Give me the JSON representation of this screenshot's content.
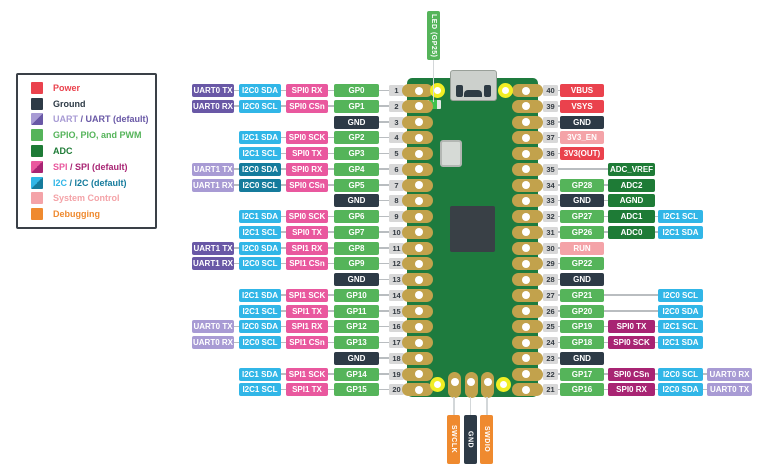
{
  "title": "Raspberry Pi Pico pinout diagram",
  "colors": {
    "power": "#ea424d",
    "ground": "#2d3a46",
    "uart": "#a89bd4",
    "uart_default": "#6958a6",
    "gpio": "#55b45a",
    "adc": "#1e7b36",
    "spi": "#e9589e",
    "spi_default": "#a82473",
    "i2c": "#31b6e7",
    "i2c_default": "#157b9c",
    "system": "#f4a3a8",
    "debug": "#ef8a2f",
    "board": "#1e7b3e",
    "pad_gold": "#c2a24c",
    "hole_yellow": "#f1ee24",
    "badge_bg": "#d8d8d8",
    "badge_text": "#343b42",
    "wire": "#b9bdc0",
    "chip": "#394046",
    "usb": "#ccd0cc"
  },
  "legend": {
    "items": [
      {
        "swatch": [
          "power"
        ],
        "parts": [
          {
            "text": "Power",
            "type": "power"
          }
        ]
      },
      {
        "swatch": [
          "ground"
        ],
        "parts": [
          {
            "text": "Ground",
            "type": "ground"
          }
        ]
      },
      {
        "swatch": [
          "uart",
          "uart_default"
        ],
        "parts": [
          {
            "text": "UART",
            "type": "uart"
          },
          {
            "text": " / ",
            "type": "uart_default"
          },
          {
            "text": "UART (default)",
            "type": "uart_default"
          }
        ]
      },
      {
        "swatch": [
          "gpio"
        ],
        "parts": [
          {
            "text": "GPIO, PIO, and PWM",
            "type": "gpio"
          }
        ]
      },
      {
        "swatch": [
          "adc"
        ],
        "parts": [
          {
            "text": "ADC",
            "type": "adc"
          }
        ]
      },
      {
        "swatch": [
          "spi",
          "spi_default"
        ],
        "parts": [
          {
            "text": "SPI",
            "type": "spi"
          },
          {
            "text": " / ",
            "type": "spi_default"
          },
          {
            "text": "SPI (default)",
            "type": "spi_default"
          }
        ]
      },
      {
        "swatch": [
          "i2c",
          "i2c_default"
        ],
        "parts": [
          {
            "text": "I2C",
            "type": "i2c"
          },
          {
            "text": " / ",
            "type": "i2c_default"
          },
          {
            "text": "I2C (default)",
            "type": "i2c_default"
          }
        ]
      },
      {
        "swatch": [
          "system"
        ],
        "parts": [
          {
            "text": "System Control",
            "type": "system"
          }
        ]
      },
      {
        "swatch": [
          "debug"
        ],
        "parts": [
          {
            "text": "Debugging",
            "type": "debug"
          }
        ]
      }
    ]
  },
  "board": {
    "led_label": {
      "text": "LED (GP25)",
      "type": "gpio"
    },
    "debug_labels": [
      {
        "text": "SWCLK",
        "type": "debug"
      },
      {
        "text": "GND",
        "type": "ground"
      },
      {
        "text": "SWDIO",
        "type": "debug"
      }
    ]
  },
  "left_pins": [
    {
      "num": "1",
      "labels": [
        {
          "text": "GP0",
          "type": "gpio",
          "col": 0
        },
        {
          "text": "SPI0 RX",
          "type": "spi",
          "col": 1
        },
        {
          "text": "I2C0 SDA",
          "type": "i2c",
          "col": 2
        },
        {
          "text": "UART0 TX",
          "type": "uart_default",
          "col": 3
        }
      ]
    },
    {
      "num": "2",
      "labels": [
        {
          "text": "GP1",
          "type": "gpio",
          "col": 0
        },
        {
          "text": "SPI0 CSn",
          "type": "spi",
          "col": 1
        },
        {
          "text": "I2C0 SCL",
          "type": "i2c",
          "col": 2
        },
        {
          "text": "UART0 RX",
          "type": "uart_default",
          "col": 3
        }
      ]
    },
    {
      "num": "3",
      "labels": [
        {
          "text": "GND",
          "type": "ground",
          "col": 0
        }
      ]
    },
    {
      "num": "4",
      "labels": [
        {
          "text": "GP2",
          "type": "gpio",
          "col": 0
        },
        {
          "text": "SPI0 SCK",
          "type": "spi",
          "col": 1
        },
        {
          "text": "I2C1 SDA",
          "type": "i2c",
          "col": 2
        }
      ]
    },
    {
      "num": "5",
      "labels": [
        {
          "text": "GP3",
          "type": "gpio",
          "col": 0
        },
        {
          "text": "SPI0 TX",
          "type": "spi",
          "col": 1
        },
        {
          "text": "I2C1 SCL",
          "type": "i2c",
          "col": 2
        }
      ]
    },
    {
      "num": "6",
      "labels": [
        {
          "text": "GP4",
          "type": "gpio",
          "col": 0
        },
        {
          "text": "SPI0 RX",
          "type": "spi",
          "col": 1
        },
        {
          "text": "I2C0 SDA",
          "type": "i2c_default",
          "col": 2
        },
        {
          "text": "UART1 TX",
          "type": "uart",
          "col": 3
        }
      ]
    },
    {
      "num": "7",
      "labels": [
        {
          "text": "GP5",
          "type": "gpio",
          "col": 0
        },
        {
          "text": "SPI0 CSn",
          "type": "spi",
          "col": 1
        },
        {
          "text": "I2C0 SCL",
          "type": "i2c_default",
          "col": 2
        },
        {
          "text": "UART1 RX",
          "type": "uart",
          "col": 3
        }
      ]
    },
    {
      "num": "8",
      "labels": [
        {
          "text": "GND",
          "type": "ground",
          "col": 0
        }
      ]
    },
    {
      "num": "9",
      "labels": [
        {
          "text": "GP6",
          "type": "gpio",
          "col": 0
        },
        {
          "text": "SPI0 SCK",
          "type": "spi",
          "col": 1
        },
        {
          "text": "I2C1 SDA",
          "type": "i2c",
          "col": 2
        }
      ]
    },
    {
      "num": "10",
      "labels": [
        {
          "text": "GP7",
          "type": "gpio",
          "col": 0
        },
        {
          "text": "SPI0 TX",
          "type": "spi",
          "col": 1
        },
        {
          "text": "I2C1 SCL",
          "type": "i2c",
          "col": 2
        }
      ]
    },
    {
      "num": "11",
      "labels": [
        {
          "text": "GP8",
          "type": "gpio",
          "col": 0
        },
        {
          "text": "SPI1 RX",
          "type": "spi",
          "col": 1
        },
        {
          "text": "I2C0 SDA",
          "type": "i2c",
          "col": 2
        },
        {
          "text": "UART1 TX",
          "type": "uart_default",
          "col": 3
        }
      ]
    },
    {
      "num": "12",
      "labels": [
        {
          "text": "GP9",
          "type": "gpio",
          "col": 0
        },
        {
          "text": "SPI1 CSn",
          "type": "spi",
          "col": 1
        },
        {
          "text": "I2C0 SCL",
          "type": "i2c",
          "col": 2
        },
        {
          "text": "UART1 RX",
          "type": "uart_default",
          "col": 3
        }
      ]
    },
    {
      "num": "13",
      "labels": [
        {
          "text": "GND",
          "type": "ground",
          "col": 0
        }
      ]
    },
    {
      "num": "14",
      "labels": [
        {
          "text": "GP10",
          "type": "gpio",
          "col": 0
        },
        {
          "text": "SPI1 SCK",
          "type": "spi",
          "col": 1
        },
        {
          "text": "I2C1 SDA",
          "type": "i2c",
          "col": 2
        }
      ]
    },
    {
      "num": "15",
      "labels": [
        {
          "text": "GP11",
          "type": "gpio",
          "col": 0
        },
        {
          "text": "SPI1 TX",
          "type": "spi",
          "col": 1
        },
        {
          "text": "I2C1 SCL",
          "type": "i2c",
          "col": 2
        }
      ]
    },
    {
      "num": "16",
      "labels": [
        {
          "text": "GP12",
          "type": "gpio",
          "col": 0
        },
        {
          "text": "SPI1 RX",
          "type": "spi",
          "col": 1
        },
        {
          "text": "I2C0 SDA",
          "type": "i2c",
          "col": 2
        },
        {
          "text": "UART0 TX",
          "type": "uart",
          "col": 3
        }
      ]
    },
    {
      "num": "17",
      "labels": [
        {
          "text": "GP13",
          "type": "gpio",
          "col": 0
        },
        {
          "text": "SPI1 CSn",
          "type": "spi",
          "col": 1
        },
        {
          "text": "I2C0 SCL",
          "type": "i2c",
          "col": 2
        },
        {
          "text": "UART0 RX",
          "type": "uart",
          "col": 3
        }
      ]
    },
    {
      "num": "18",
      "labels": [
        {
          "text": "GND",
          "type": "ground",
          "col": 0
        }
      ]
    },
    {
      "num": "19",
      "labels": [
        {
          "text": "GP14",
          "type": "gpio",
          "col": 0
        },
        {
          "text": "SPI1 SCK",
          "type": "spi",
          "col": 1
        },
        {
          "text": "I2C1 SDA",
          "type": "i2c",
          "col": 2
        }
      ]
    },
    {
      "num": "20",
      "labels": [
        {
          "text": "GP15",
          "type": "gpio",
          "col": 0
        },
        {
          "text": "SPI1 TX",
          "type": "spi",
          "col": 1
        },
        {
          "text": "I2C1 SCL",
          "type": "i2c",
          "col": 2
        }
      ]
    }
  ],
  "right_pins": [
    {
      "num": "40",
      "labels": [
        {
          "text": "VBUS",
          "type": "power",
          "col": 0
        }
      ]
    },
    {
      "num": "39",
      "labels": [
        {
          "text": "VSYS",
          "type": "power",
          "col": 0
        }
      ]
    },
    {
      "num": "38",
      "labels": [
        {
          "text": "GND",
          "type": "ground",
          "col": 0
        }
      ]
    },
    {
      "num": "37",
      "labels": [
        {
          "text": "3V3_EN",
          "type": "system",
          "col": 0
        }
      ]
    },
    {
      "num": "36",
      "labels": [
        {
          "text": "3V3(OUT)",
          "type": "power",
          "col": 0
        }
      ]
    },
    {
      "num": "35",
      "labels": [
        {
          "text": "ADC_VREF",
          "type": "adc",
          "col": 1
        }
      ]
    },
    {
      "num": "34",
      "labels": [
        {
          "text": "GP28",
          "type": "gpio",
          "col": 0
        },
        {
          "text": "ADC2",
          "type": "adc",
          "col": 1
        }
      ]
    },
    {
      "num": "33",
      "labels": [
        {
          "text": "GND",
          "type": "ground",
          "col": 0
        },
        {
          "text": "AGND",
          "type": "adc",
          "col": 1
        }
      ]
    },
    {
      "num": "32",
      "labels": [
        {
          "text": "GP27",
          "type": "gpio",
          "col": 0
        },
        {
          "text": "ADC1",
          "type": "adc",
          "col": 1
        },
        {
          "text": "I2C1 SCL",
          "type": "i2c",
          "col": 2
        }
      ]
    },
    {
      "num": "31",
      "labels": [
        {
          "text": "GP26",
          "type": "gpio",
          "col": 0
        },
        {
          "text": "ADC0",
          "type": "adc",
          "col": 1
        },
        {
          "text": "I2C1 SDA",
          "type": "i2c",
          "col": 2
        }
      ]
    },
    {
      "num": "30",
      "labels": [
        {
          "text": "RUN",
          "type": "system",
          "col": 0
        }
      ]
    },
    {
      "num": "29",
      "labels": [
        {
          "text": "GP22",
          "type": "gpio",
          "col": 0
        }
      ]
    },
    {
      "num": "28",
      "labels": [
        {
          "text": "GND",
          "type": "ground",
          "col": 0
        }
      ]
    },
    {
      "num": "27",
      "labels": [
        {
          "text": "GP21",
          "type": "gpio",
          "col": 0
        },
        {
          "text": "I2C0 SCL",
          "type": "i2c",
          "col": 2
        }
      ]
    },
    {
      "num": "26",
      "labels": [
        {
          "text": "GP20",
          "type": "gpio",
          "col": 0
        },
        {
          "text": "I2C0 SDA",
          "type": "i2c",
          "col": 2
        }
      ]
    },
    {
      "num": "25",
      "labels": [
        {
          "text": "GP19",
          "type": "gpio",
          "col": 0
        },
        {
          "text": "SPI0 TX",
          "type": "spi_default",
          "col": 1
        },
        {
          "text": "I2C1 SCL",
          "type": "i2c",
          "col": 2
        }
      ]
    },
    {
      "num": "24",
      "labels": [
        {
          "text": "GP18",
          "type": "gpio",
          "col": 0
        },
        {
          "text": "SPI0 SCK",
          "type": "spi_default",
          "col": 1
        },
        {
          "text": "I2C1 SDA",
          "type": "i2c",
          "col": 2
        }
      ]
    },
    {
      "num": "23",
      "labels": [
        {
          "text": "GND",
          "type": "ground",
          "col": 0
        }
      ]
    },
    {
      "num": "22",
      "labels": [
        {
          "text": "GP17",
          "type": "gpio",
          "col": 0
        },
        {
          "text": "SPI0 CSn",
          "type": "spi_default",
          "col": 1
        },
        {
          "text": "I2C0 SCL",
          "type": "i2c",
          "col": 2
        },
        {
          "text": "UART0 RX",
          "type": "uart",
          "col": 3
        }
      ]
    },
    {
      "num": "21",
      "labels": [
        {
          "text": "GP16",
          "type": "gpio",
          "col": 0
        },
        {
          "text": "SPI0 RX",
          "type": "spi_default",
          "col": 1
        },
        {
          "text": "I2C0 SDA",
          "type": "i2c",
          "col": 2
        },
        {
          "text": "UART0 TX",
          "type": "uart",
          "col": 3
        }
      ]
    }
  ]
}
